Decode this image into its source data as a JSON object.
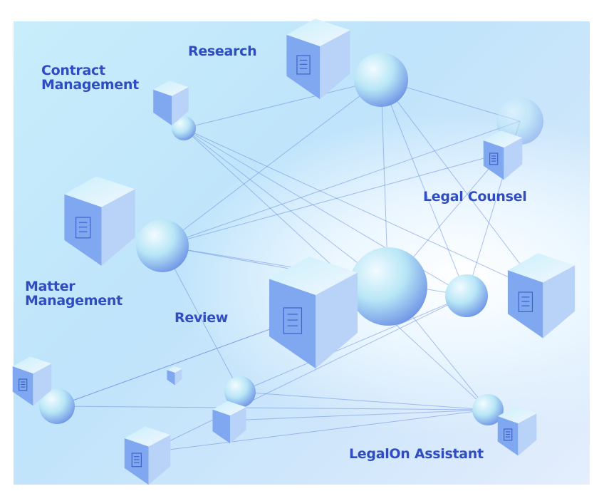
{
  "labels": {
    "research": "Research",
    "contract_management": "Contract\nManagement",
    "legal_counsel": "Legal Counsel",
    "matter_management": "Matter\nManagement",
    "review": "Review",
    "legalon_assistant": "LegalOn Assistant"
  },
  "icons": [
    "documents-stack-icon",
    "graduation-cap-icon",
    "folder-icon",
    "download-monitor-icon",
    "contract-search-icon",
    "building-icon",
    "person-chat-icon"
  ],
  "colors": {
    "label": "#2f4cc0",
    "cube_front": "#7fa8f0",
    "cube_side": "#b9d3f8",
    "cube_top": "#e6f2fd",
    "line": "#6a8fe0"
  }
}
